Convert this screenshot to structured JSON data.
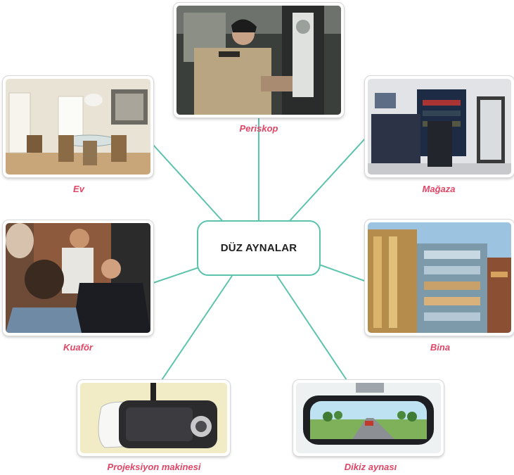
{
  "center": {
    "title": "DÜZ AYNALAR"
  },
  "items": [
    {
      "label": "Periskop",
      "icon": "periscope-photo"
    },
    {
      "label": "Ev",
      "icon": "home-dining-room-photo"
    },
    {
      "label": "Mağaza",
      "icon": "clothing-store-photo"
    },
    {
      "label": "Kuaför",
      "icon": "barber-shop-photo"
    },
    {
      "label": "Bina",
      "icon": "glass-building-photo"
    },
    {
      "label": "Projeksiyon makinesi",
      "icon": "projector-photo"
    },
    {
      "label": "Dikiz aynası",
      "icon": "rearview-mirror-photo"
    }
  ],
  "colors": {
    "connector": "#5cc3ad",
    "label": "#e04565",
    "center_border": "#5cc3ad"
  }
}
